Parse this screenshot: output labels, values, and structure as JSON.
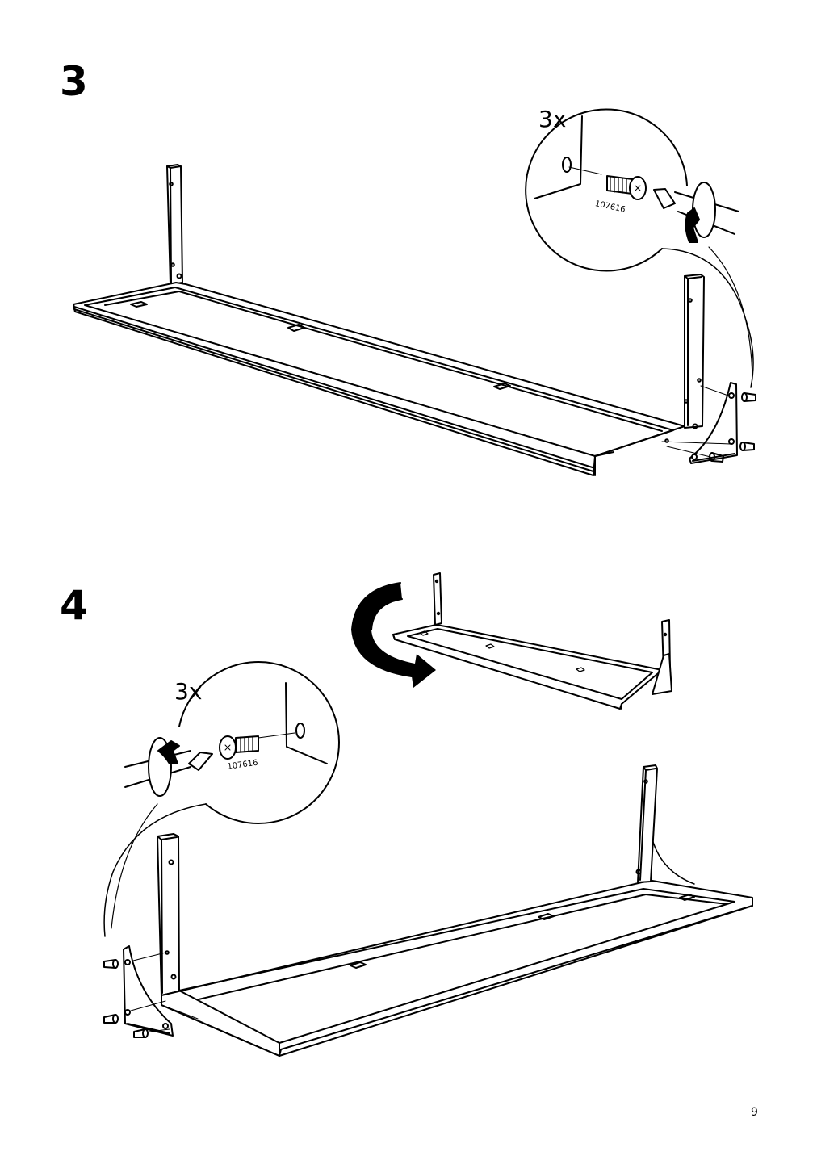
{
  "steps": [
    {
      "number": "3",
      "quantity": "3x",
      "part_number": "107616"
    },
    {
      "number": "4",
      "quantity": "3x",
      "part_number": "107616"
    }
  ],
  "page_number": "9"
}
